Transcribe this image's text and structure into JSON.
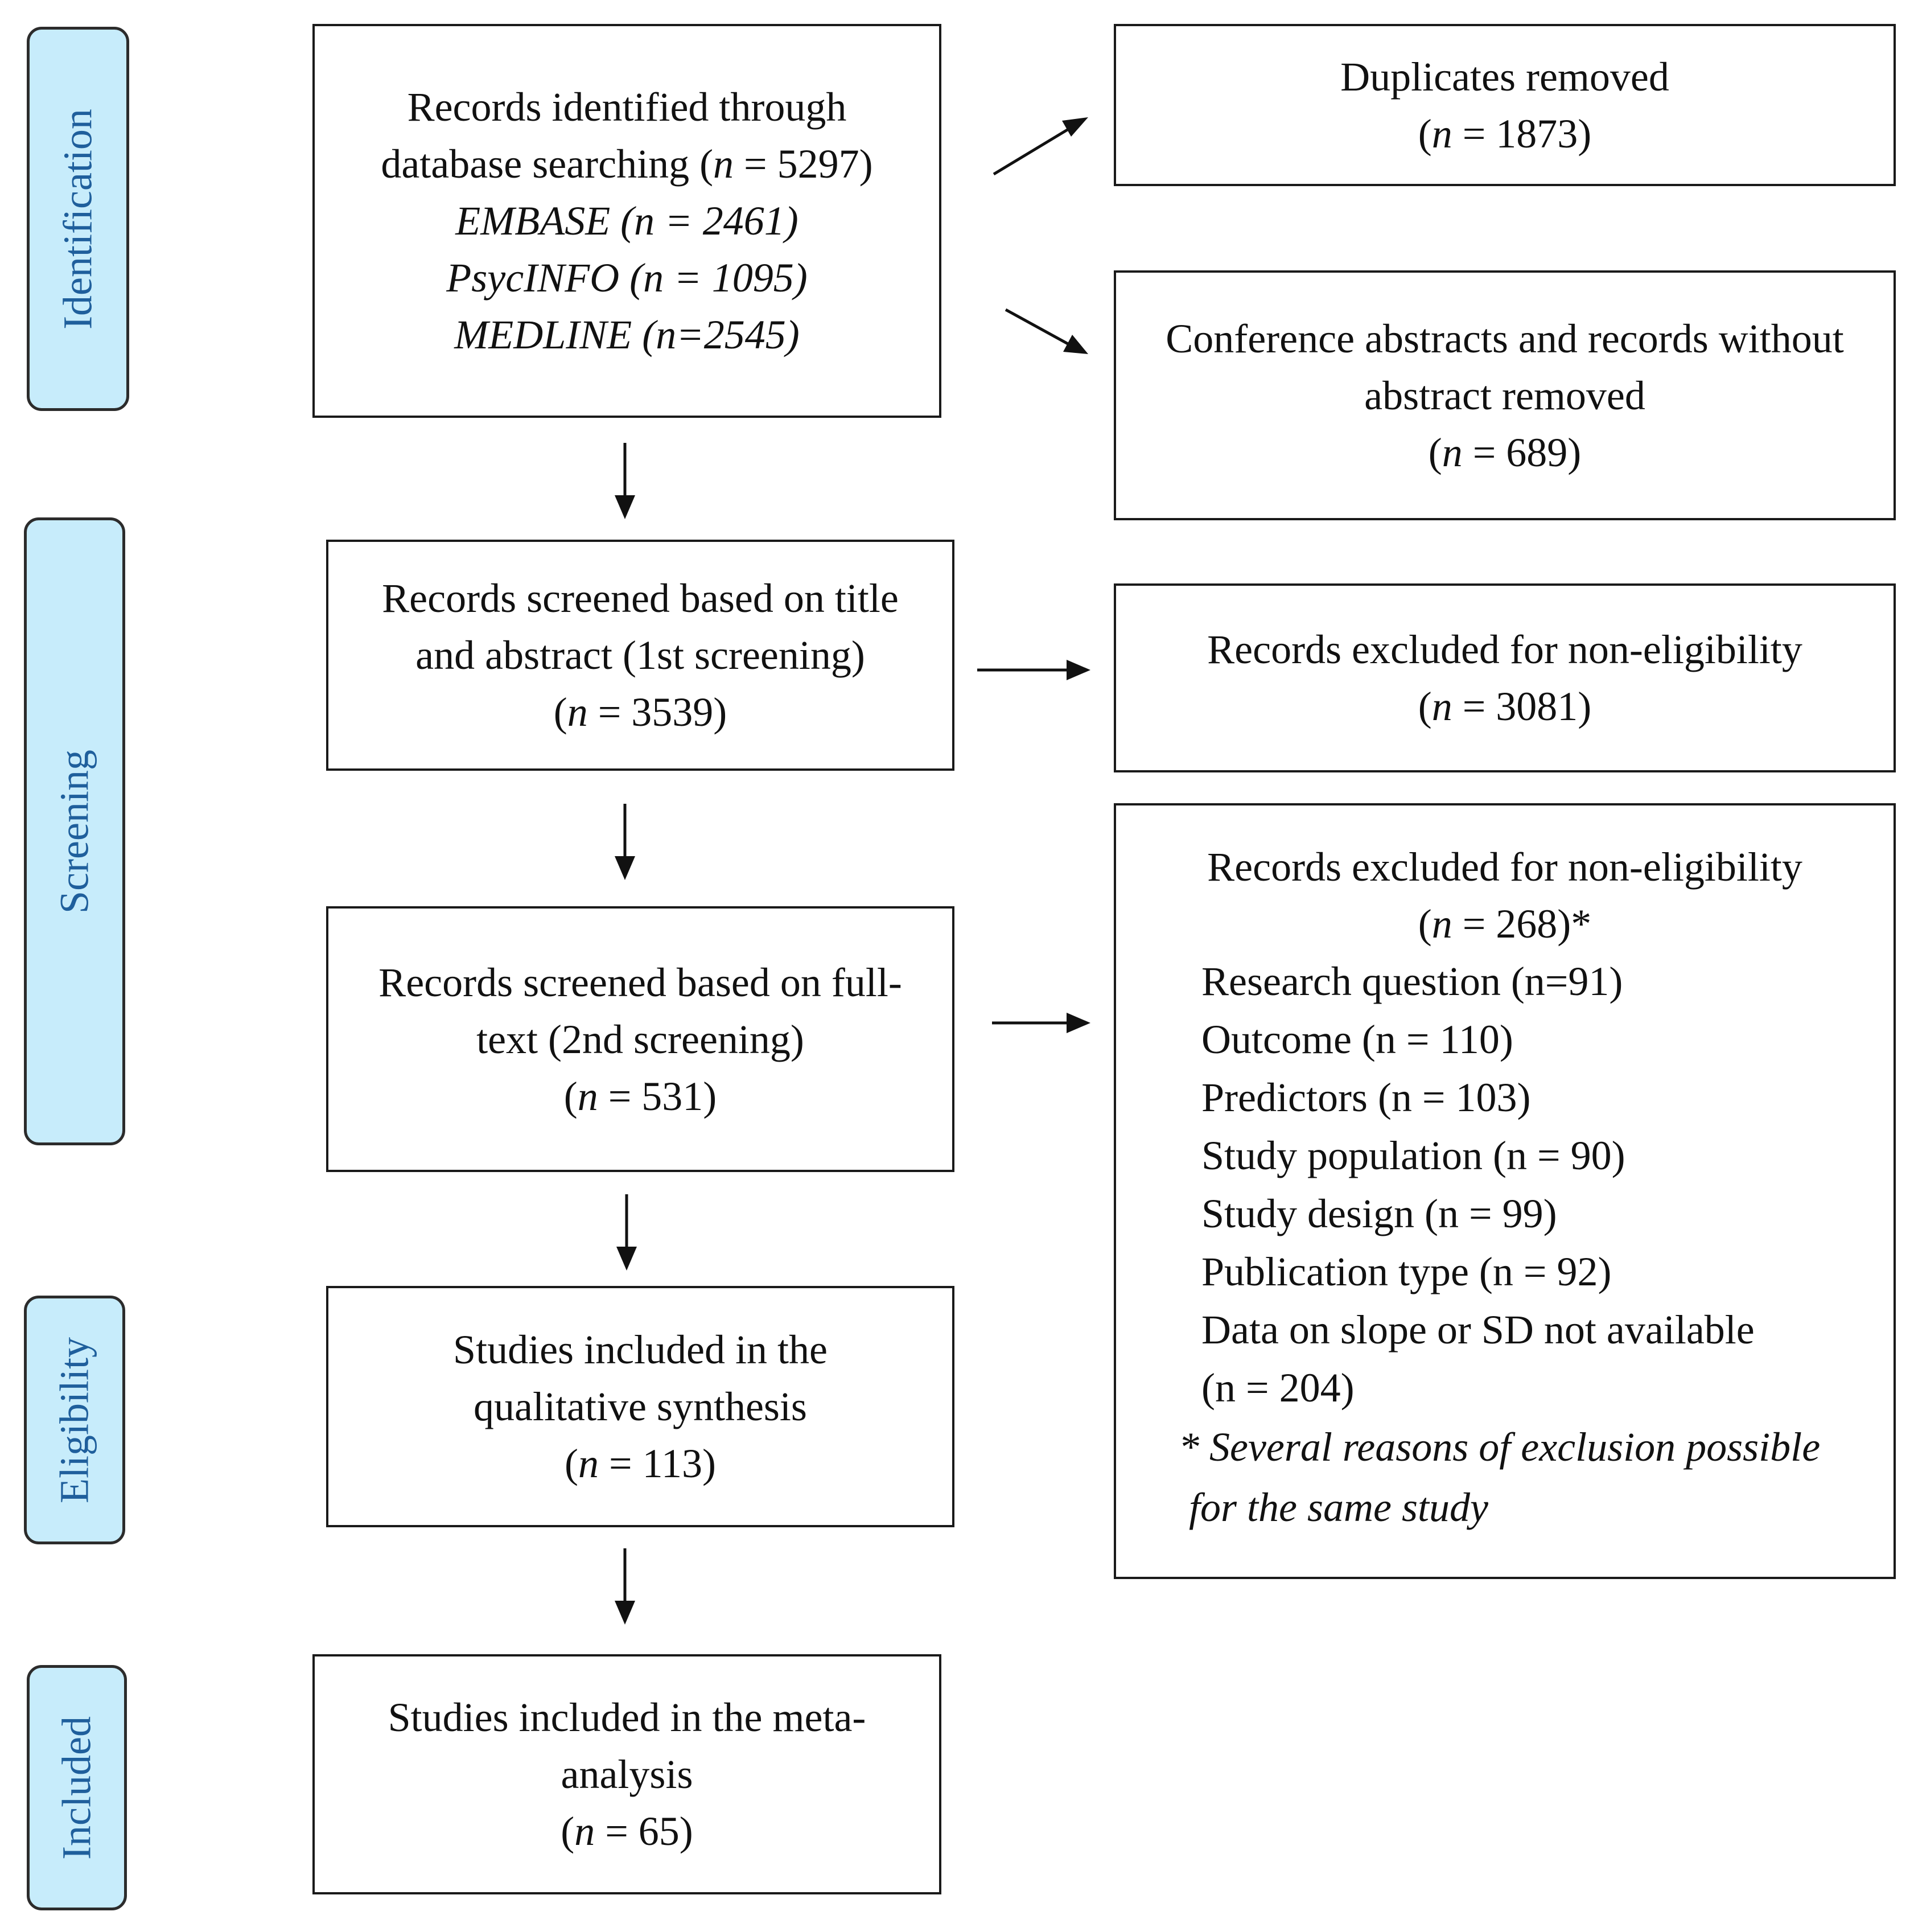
{
  "phases": {
    "identification": "Identification",
    "screening": "Screening",
    "eligibility": "Eligibility",
    "included": "Included"
  },
  "records_identified": {
    "line1": "Records identified through",
    "line2": "database searching (n = 5297)",
    "embase": "EMBASE (n = 2461)",
    "psycinfo": "PsycINFO (n = 1095)",
    "medline": "MEDLINE (n=2545)"
  },
  "duplicates_removed": {
    "line1": "Duplicates removed",
    "count": "(n = 1873)"
  },
  "conference_removed": {
    "line1": "Conference abstracts and records without",
    "line2": "abstract removed",
    "count": "(n = 689)"
  },
  "first_screening": {
    "line1": "Records screened based on title",
    "line2": "and abstract (1st screening)",
    "count": "(n = 3539)"
  },
  "excluded_first": {
    "line1": "Records excluded for non-eligibility",
    "count": "(n = 3081)"
  },
  "second_screening": {
    "line1": "Records screened based on full-",
    "line2": "text (2nd screening)",
    "count": "(n = 531)"
  },
  "excluded_second": {
    "line1": "Records excluded for non-eligibility",
    "count": "(n = 268)*",
    "reasons": [
      "Research question (n=91)",
      "Outcome (n = 110)",
      "Predictors (n = 103)",
      "Study population (n = 90)",
      "Study design (n = 99)",
      "Publication type (n = 92)",
      "Data on slope or SD not available",
      "(n = 204)"
    ],
    "footnote_line1": "* Several reasons of exclusion possible",
    "footnote_line2": "for the same study"
  },
  "qualitative": {
    "line1": "Studies included in the",
    "line2": "qualitative synthesis",
    "count": "(n = 113)"
  },
  "meta_analysis": {
    "line1": "Studies included in the meta-",
    "line2": "analysis",
    "count": "(n = 65)"
  }
}
